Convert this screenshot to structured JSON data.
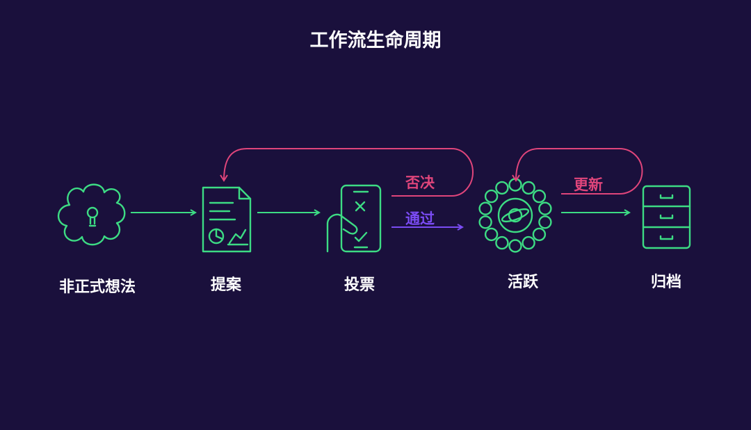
{
  "title": "工作流生命周期",
  "stages": [
    {
      "label": "非正式想法",
      "icon": "lightbulb-cloud-icon"
    },
    {
      "label": "提案",
      "icon": "document-chart-icon"
    },
    {
      "label": "投票",
      "icon": "phone-vote-icon"
    },
    {
      "label": "活跃",
      "icon": "planet-ring-icon"
    },
    {
      "label": "归档",
      "icon": "filing-cabinet-icon"
    }
  ],
  "edges": {
    "reject": "否决",
    "pass": "通过",
    "update": "更新"
  },
  "colors": {
    "background": "#1a103c",
    "icon": "#3ddc84",
    "reject": "#e0457b",
    "pass": "#7b4cf5",
    "text": "#ffffff"
  }
}
